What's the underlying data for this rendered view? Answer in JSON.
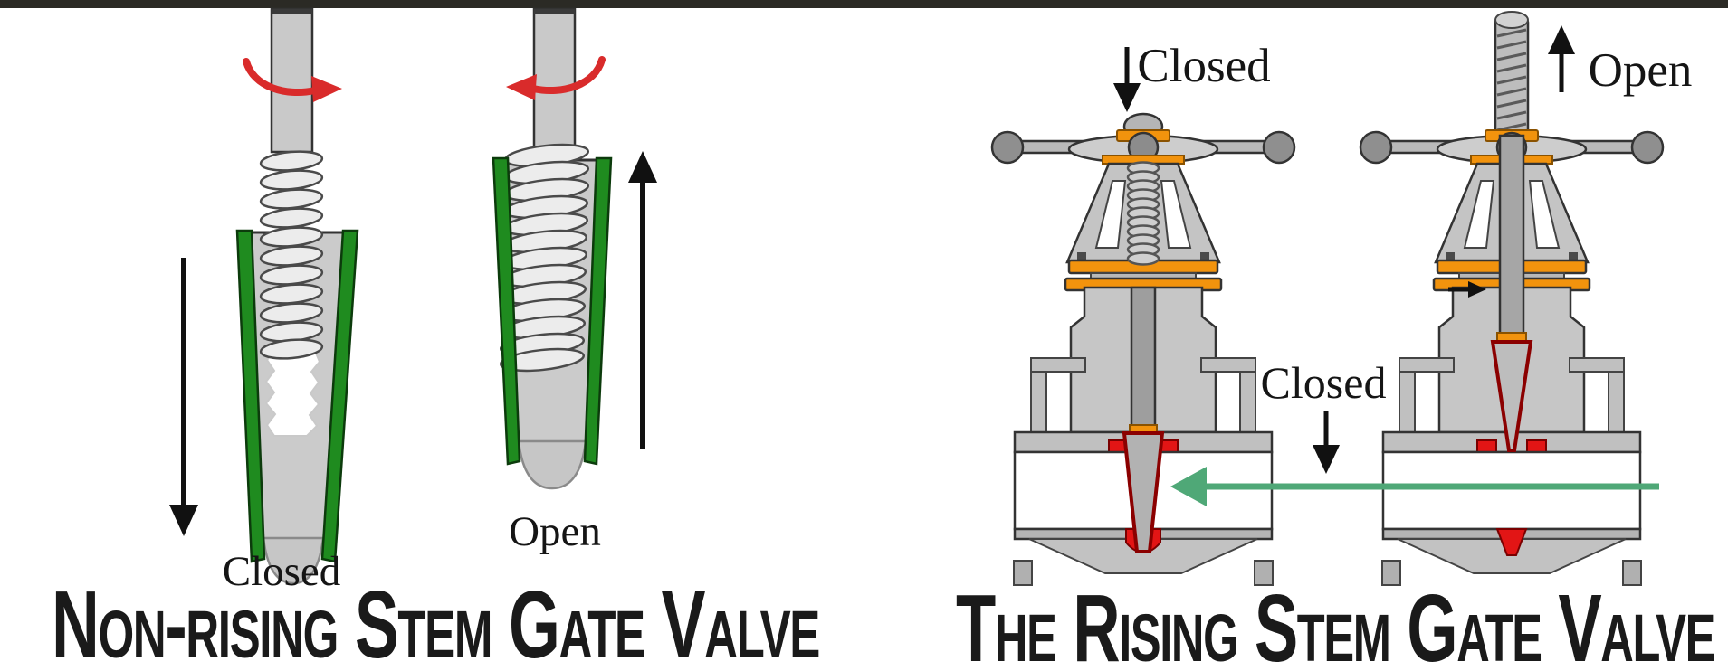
{
  "left_panel": {
    "title": "Non-rising Stem Gate Valve",
    "closed_label": "Closed",
    "open_label": "Open"
  },
  "right_panel": {
    "title": "The Rising Stem Gate Valve",
    "closed_top_label": "Closed",
    "open_top_label": "Open",
    "closed_mid_label": "Closed"
  },
  "icons": {
    "rotate_cw_arrow": "clockwise-rotation-arrow-icon",
    "rotate_ccw_arrow": "counterclockwise-rotation-arrow-icon",
    "down_arrow": "down-arrow-icon",
    "up_arrow": "up-arrow-icon",
    "flow_arrow": "flow-direction-arrow-icon",
    "packing_arrow": "packing-pointer-arrow-icon"
  },
  "colors": {
    "accent_orange": "#F2930D",
    "orange_edge": "#8a5200",
    "packing_green": "#2E8B2E",
    "sleeve_green": "#1F8B1F",
    "flow_green": "#4FA877",
    "arrow_red": "#D92B2B",
    "seat_red": "#E21515",
    "wedge_red": "#8B0000",
    "metal_gray": "#C6C6C6",
    "dark_gray": "#9A9A9A",
    "title_black": "#1A1A1A",
    "top_bar": "#2B2A25"
  }
}
